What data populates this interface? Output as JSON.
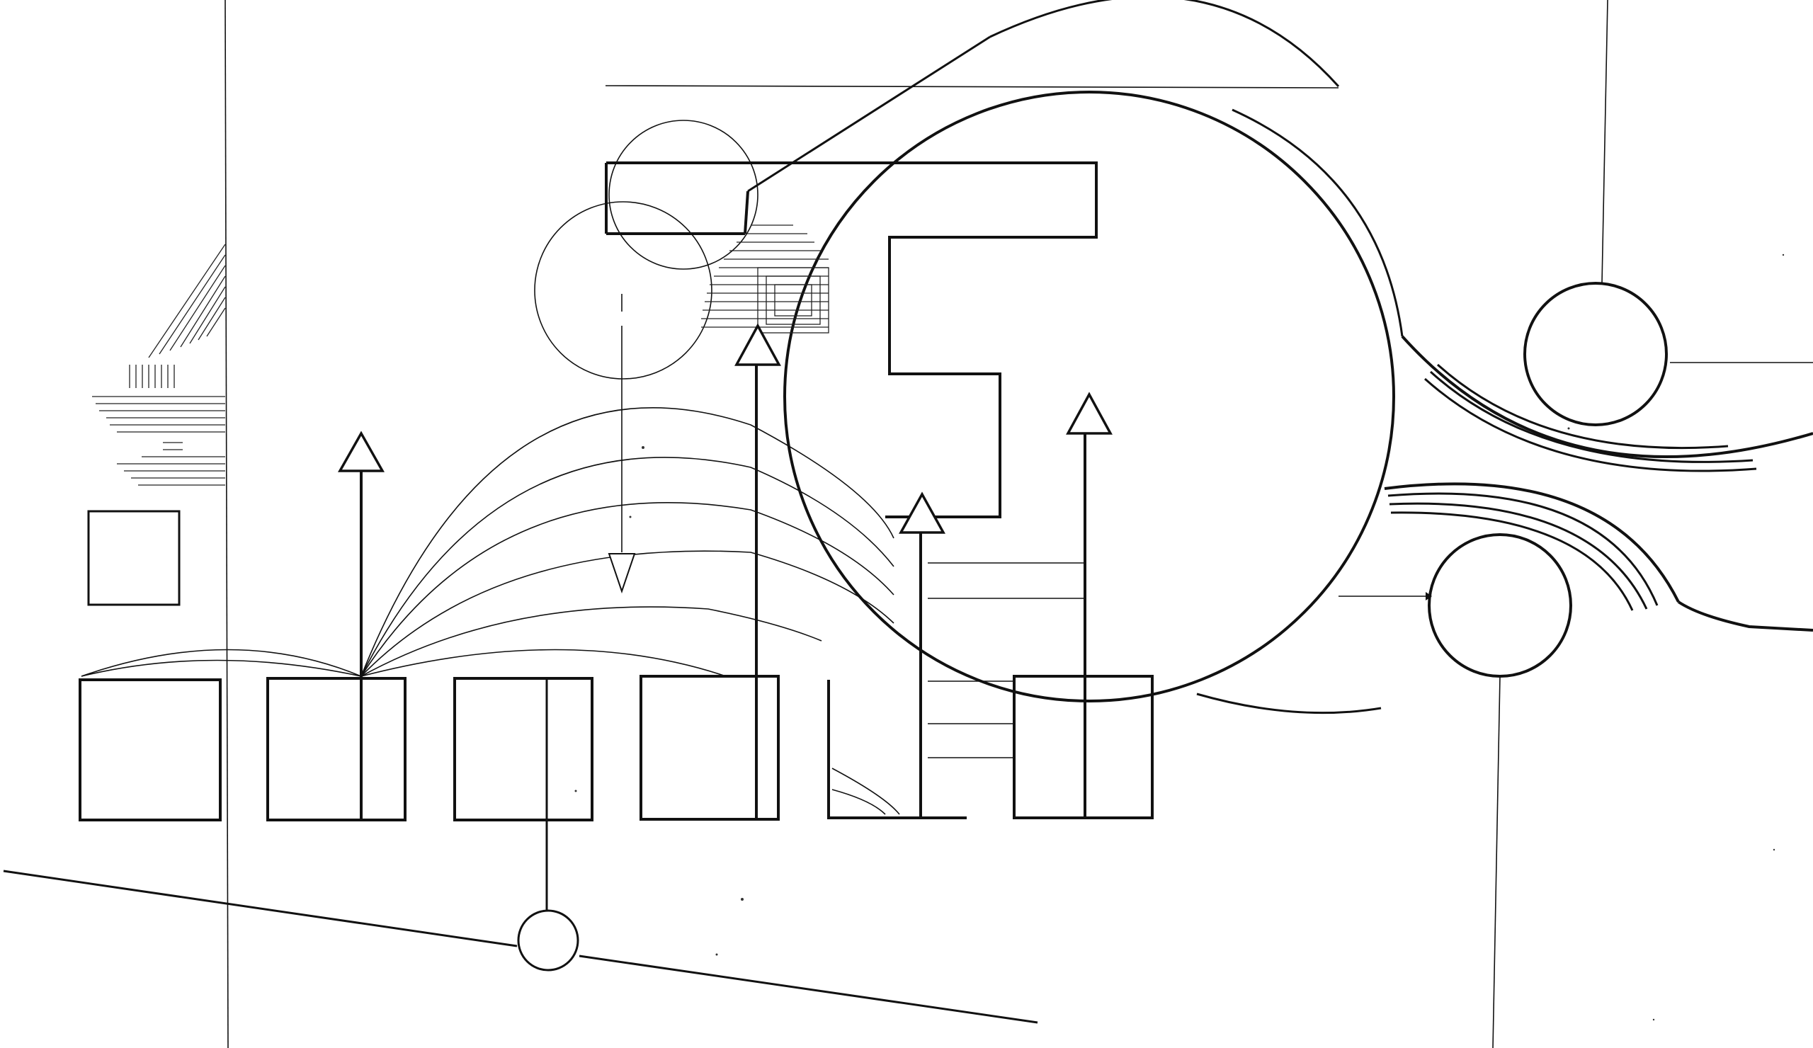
{
  "artwork": {
    "kind": "abstract pen-and-ink line drawing",
    "ink_color": "#111111",
    "paper_color": "#ffffff",
    "has_text": false
  },
  "elements": {
    "large_circles": 1,
    "small_circles": 5,
    "square_boxes": 7,
    "upward_arrows": 4,
    "downward_arrows": 1
  }
}
